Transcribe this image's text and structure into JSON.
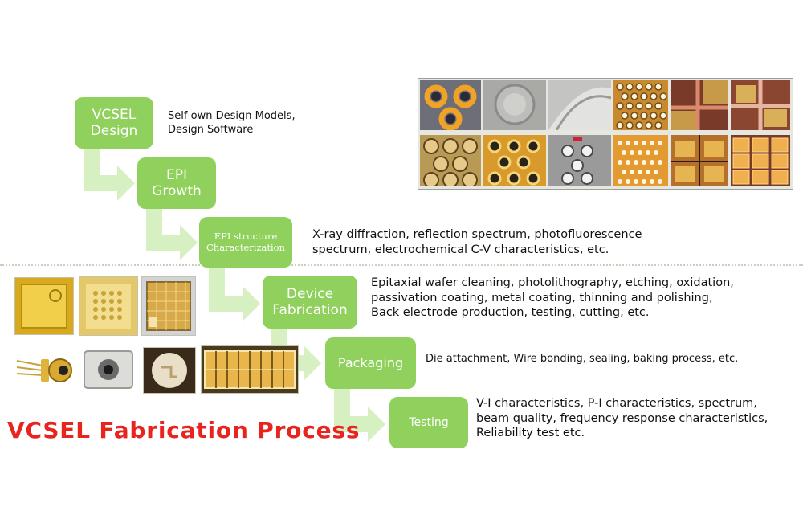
{
  "title": "VCSEL Fabrication Process",
  "colors": {
    "box_fill": "#8fd15c",
    "arrow_fill": "#d6f0c2",
    "title": "#e8241f",
    "text": "#111111"
  },
  "steps": [
    {
      "label": "VCSEL\nDesign",
      "description": "Self-own Design Models,\nDesign Software"
    },
    {
      "label": "EPI\nGrowth",
      "description": ""
    },
    {
      "label": "EPI  structure\nCharacterization",
      "description": "X-ray diffraction, reflection spectrum, photofluorescence\nspectrum, electrochemical C-V characteristics, etc."
    },
    {
      "label": "Device\nFabrication",
      "description": "Epitaxial wafer cleaning, photolithography, etching, oxidation,\npassivation coating, metal coating, thinning and polishing,\nBack electrode production, testing, cutting, etc."
    },
    {
      "label": "Packaging",
      "description": "Die attachment, Wire bonding, sealing, baking process, etc."
    },
    {
      "label": "Testing",
      "description": "V-I characteristics, P-I characteristics, spectrum,\nbeam quality, frequency response characteristics,\nReliability test etc."
    }
  ],
  "images": {
    "microscope_grid": "vcsel-microscope-photos",
    "chips": "vcsel-chip-photos",
    "packages": "vcsel-package-photos"
  }
}
